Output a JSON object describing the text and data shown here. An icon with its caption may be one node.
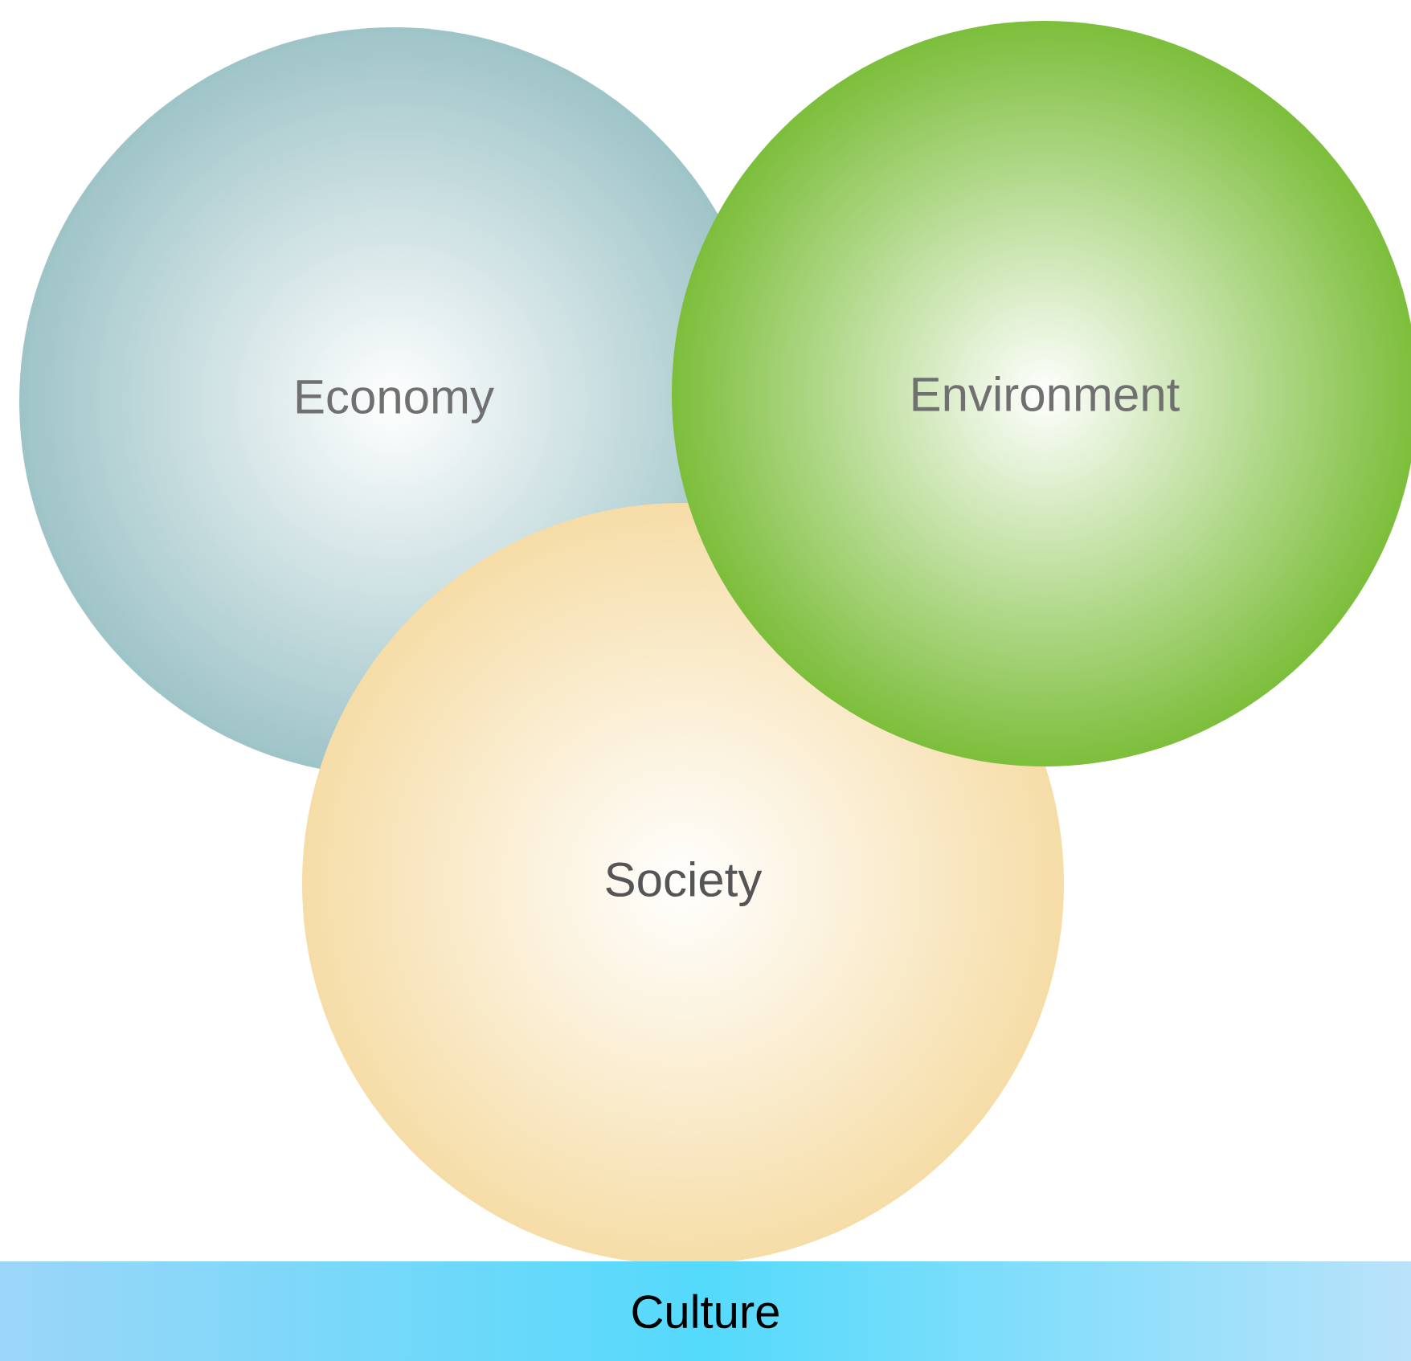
{
  "diagram": {
    "nodes": [
      {
        "text": [
          "Economy"
        ]
      },
      {
        "text": [
          "Society"
        ]
      },
      {
        "text": [
          "Environment"
        ]
      },
      {
        "text": [
          "Culture"
        ]
      }
    ]
  }
}
